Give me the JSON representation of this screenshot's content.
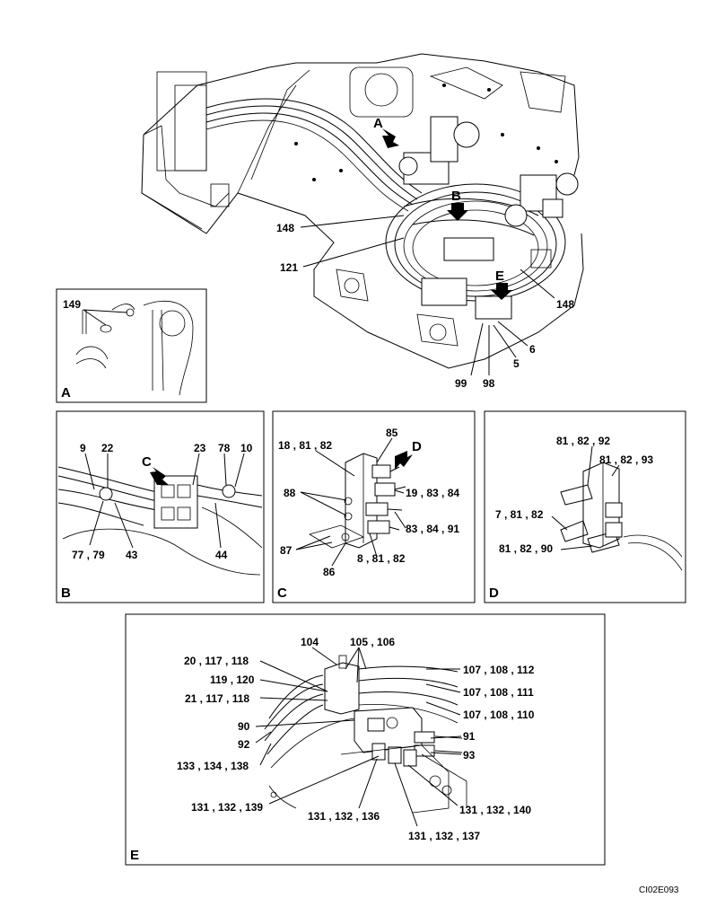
{
  "main_view": {
    "arrow_markers": [
      "A",
      "B",
      "E"
    ],
    "callouts": [
      "148",
      "121",
      "148",
      "6",
      "5",
      "99",
      "98"
    ]
  },
  "panels": {
    "A": {
      "letter": "A",
      "callouts": [
        "149"
      ]
    },
    "B": {
      "letter": "B",
      "arrow_markers": [
        "C"
      ],
      "callouts": [
        "9",
        "22",
        "23",
        "78",
        "10",
        "77 , 79",
        "43",
        "44"
      ]
    },
    "C": {
      "letter": "C",
      "arrow_markers": [
        "D"
      ],
      "callouts": [
        "18 , 81 , 82",
        "85",
        "88",
        "19 , 83 , 84",
        "83 , 84 , 91",
        "87",
        "8 , 81 , 82",
        "86"
      ]
    },
    "D": {
      "letter": "D",
      "callouts": [
        "81 , 82 , 92",
        "81 , 82 , 93",
        "7 , 81 , 82",
        "81 , 82 , 90"
      ]
    },
    "E": {
      "letter": "E",
      "callouts": [
        "104",
        "105 , 106",
        "20 , 117 , 118",
        "119 , 120",
        "21 , 117 , 118",
        "90",
        "92",
        "133 , 134 , 138",
        "107 , 108 , 112",
        "107 , 108 , 111",
        "107 , 108 , 110",
        "91",
        "93",
        "131 , 132 , 139",
        "131 , 132 , 136",
        "131 , 132 , 137",
        "131 , 132 , 140"
      ]
    }
  },
  "drawing_code": "CI02E093"
}
